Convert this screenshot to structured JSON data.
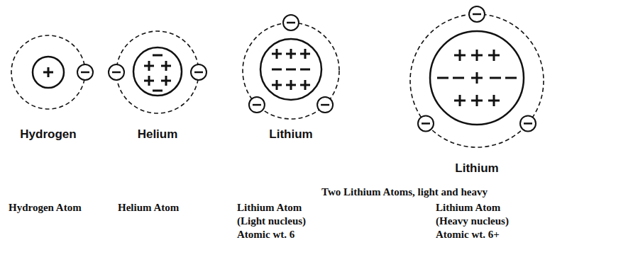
{
  "diagram": {
    "nodes": [
      {
        "text": [
          "Hydrogen"
        ]
      },
      {
        "text": [
          "Helium"
        ]
      },
      {
        "text": [
          "Lithium"
        ]
      },
      {
        "text": [
          "Lithium"
        ]
      }
    ],
    "labels": [
      "Two Lithium Atoms, light and heavy",
      "Hydrogen Atom",
      "Helium Atom",
      "Lithium Atom (Light nucleus) Atomic wt. 6",
      "Lithium Atom (Heavy nucleus) Atomic wt. 6+"
    ]
  }
}
